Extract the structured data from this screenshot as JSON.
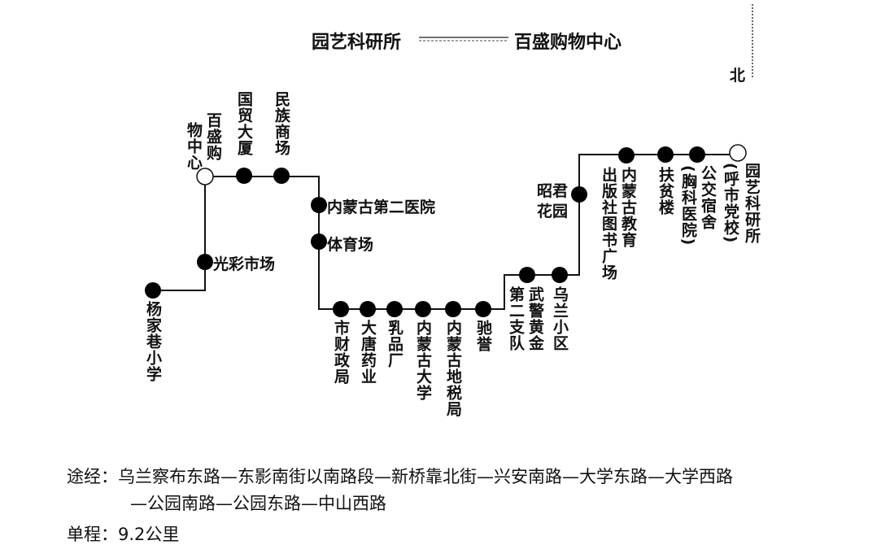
{
  "header": {
    "from": "园艺科研所",
    "to": "百盛购物中心",
    "north": "北"
  },
  "stations": {
    "yangjiaxiang": "杨家巷小学",
    "guangcai": "光彩市场",
    "baisheng_a": "百盛购",
    "baisheng_b": "物中心",
    "guomao": "国贸大厦",
    "minzu": "民族商场",
    "erYiyuan": "内蒙古第二医院",
    "tiyuchang": "体育场",
    "caizheng": "市财政局",
    "datang": "大唐药业",
    "rupin": "乳品厂",
    "neida": "内蒙古大学",
    "dishui": "内蒙古地税局",
    "chiyu": "驰誉",
    "wujing_a": "武警黄金",
    "wujing_b": "第二支队",
    "wulan": "乌兰小区",
    "zhaojun_a": "昭君",
    "zhaojun_b": "花园",
    "chuban_a": "内蒙古教育",
    "chuban_b": "出版社图书广场",
    "fupin": "扶贫楼",
    "gongjiao_a": "公交宿舍",
    "gongjiao_b": "(胸科医院)",
    "yuanyi_a": "园艺科研所",
    "yuanyi_b": "(呼市党校)"
  },
  "footer": {
    "route_label": "途经：",
    "route_line1": "乌兰察布东路—东影南街以南路段—新桥靠北街—兴安南路—大学东路—大学西路",
    "route_line2": "—公园南路—公园东路—中山西路",
    "distance_label": "单程：",
    "distance_value": "9.2公里"
  }
}
